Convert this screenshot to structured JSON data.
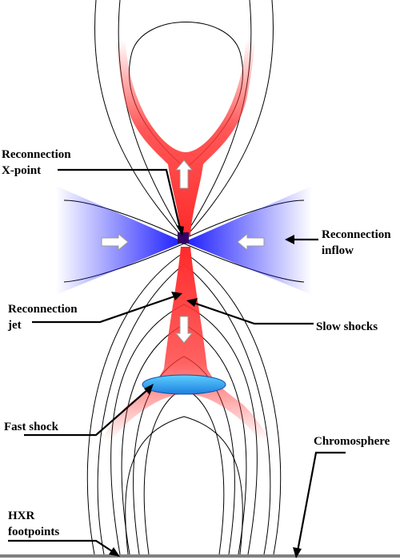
{
  "labels": {
    "reconnection_xpoint": [
      "Reconnection",
      "X-point"
    ],
    "reconnection_inflow": [
      "Reconnection",
      "inflow"
    ],
    "reconnection_jet": [
      "Reconnection",
      "jet"
    ],
    "slow_shocks": "Slow shocks",
    "fast_shock": "Fast shock",
    "chromosphere": "Chromosphere",
    "hxr_footpoints": [
      "HXR",
      "footpoints"
    ]
  },
  "colors": {
    "jet_red": "#ff2a2a",
    "inflow_blue": "#1a1aff",
    "fast_shock_fill": "#33b5ff",
    "xpoint_dark": "#330066"
  }
}
